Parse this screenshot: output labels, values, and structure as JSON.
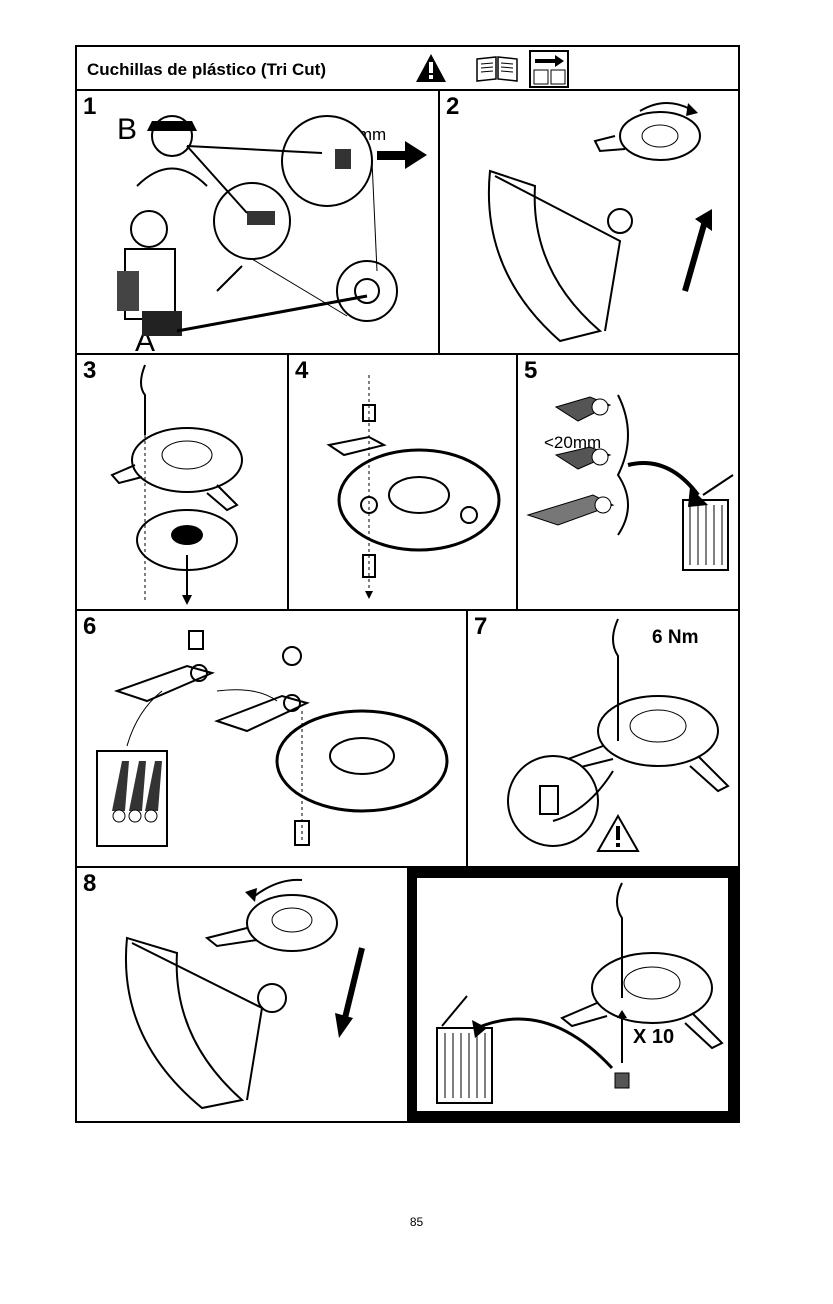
{
  "header": {
    "title": "Cuchillas de plástico (Tri Cut)",
    "icons": [
      "warning-triangle-icon",
      "manual-book-icon",
      "arrow-box-icon"
    ]
  },
  "panels": [
    {
      "number": "1",
      "labels": [
        "B",
        "A",
        "<20mm"
      ]
    },
    {
      "number": "2"
    },
    {
      "number": "3"
    },
    {
      "number": "4"
    },
    {
      "number": "5",
      "labels": [
        "<20mm"
      ]
    },
    {
      "number": "6"
    },
    {
      "number": "7",
      "labels": [
        "6 Nm"
      ]
    },
    {
      "number": "8"
    },
    {
      "labels": [
        "X 10"
      ]
    }
  ],
  "footer": {
    "page_number": "85"
  }
}
